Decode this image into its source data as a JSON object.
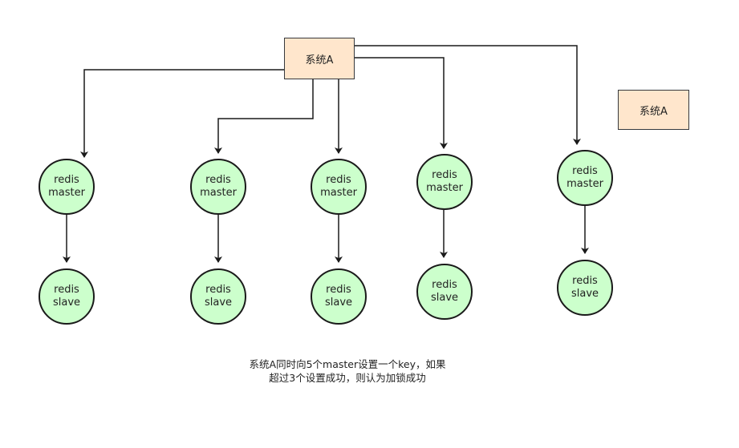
{
  "system_box": {
    "label": "系统A"
  },
  "legend_box": {
    "label": "系统A"
  },
  "nodes": [
    {
      "master": [
        "redis",
        "master"
      ],
      "slave": [
        "redis",
        "slave"
      ]
    },
    {
      "master": [
        "redis",
        "master"
      ],
      "slave": [
        "redis",
        "slave"
      ]
    },
    {
      "master": [
        "redis",
        "master"
      ],
      "slave": [
        "redis",
        "slave"
      ]
    },
    {
      "master": [
        "redis",
        "master"
      ],
      "slave": [
        "redis",
        "slave"
      ]
    },
    {
      "master": [
        "redis",
        "master"
      ],
      "slave": [
        "redis",
        "slave"
      ]
    }
  ],
  "caption": {
    "line1": "系统A同时向5个master设置一个key，如果",
    "line2": "超过3个设置成功，则认为加锁成功"
  },
  "colors": {
    "box_fill": "#ffe6cc",
    "node_fill": "#ccffcc",
    "stroke": "#1a1a1a"
  }
}
